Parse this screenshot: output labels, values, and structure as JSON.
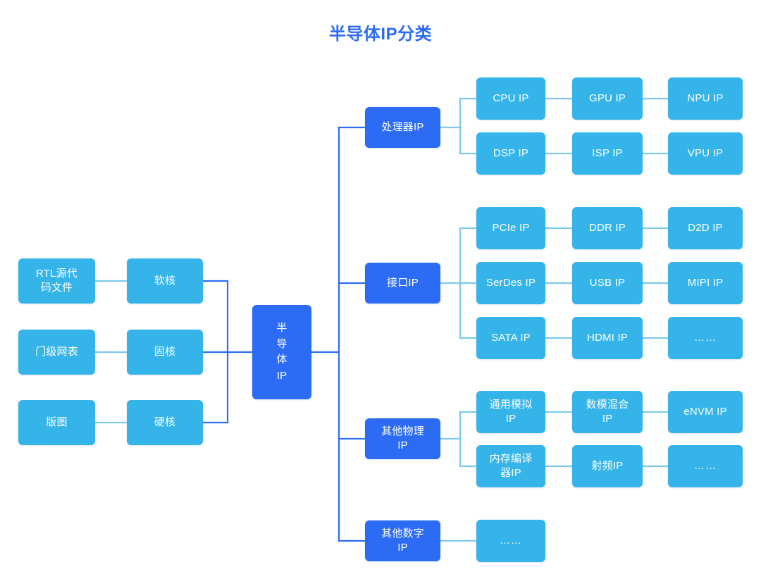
{
  "title": "半导体IP分类",
  "colors": {
    "light_blue": "#35B4EA",
    "dark_blue": "#2C6CF5",
    "title_color": "#2C6CF5",
    "connector_light": "#7FC9ED",
    "connector_dark": "#2C6CF5",
    "background": "#FFFFFF",
    "node_text": "#FFFFFF"
  },
  "root": {
    "label": "半\n导\n体\nIP"
  },
  "left_branch": {
    "sources": [
      {
        "label": "RTL源代\n码文件"
      },
      {
        "label": "门级网表"
      },
      {
        "label": "版图"
      }
    ],
    "cores": [
      {
        "label": "软核"
      },
      {
        "label": "固核"
      },
      {
        "label": "硬核"
      }
    ]
  },
  "categories": [
    {
      "label": "处理器IP",
      "rows": [
        [
          "CPU IP",
          "GPU IP",
          "NPU IP"
        ],
        [
          "DSP IP",
          "ISP IP",
          "VPU IP"
        ]
      ]
    },
    {
      "label": "接口IP",
      "rows": [
        [
          "PCIe IP",
          "DDR IP",
          "D2D IP"
        ],
        [
          "SerDes IP",
          "USB IP",
          "MIPI IP"
        ],
        [
          "SATA IP",
          "HDMI IP",
          "……"
        ]
      ]
    },
    {
      "label": "其他物理\nIP",
      "rows": [
        [
          "通用模拟\nIP",
          "数模混合\nIP",
          "eNVM IP"
        ],
        [
          "内存编译\n器IP",
          "射频IP",
          "……"
        ]
      ]
    },
    {
      "label": "其他数字\nIP",
      "rows": [
        [
          "……"
        ]
      ]
    }
  ]
}
